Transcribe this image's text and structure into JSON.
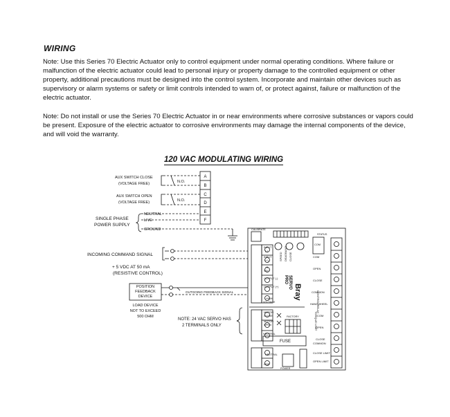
{
  "section_title": "WIRING",
  "notes": {
    "warning": "Note: Use this Series 70 Electric Actuator only to control equipment under normal operating conditions. Where failure or malfunction of the electric actuator could lead to personal injury or property damage to the controlled equipment or other property, additional precautions must be designed into the control system. Incorporate and maintain other devices such as supervisory or alarm systems or safety or limit controls intended to warn of, or protect against, failure or malfunction of the electric actuator.",
    "corrosion": "Note: Do not install or use the Series 70 Electric Actuator in or near environments where corrosive substances or vapors could be present. Exposure of the electric actuator to corrosive environments may damage the internal components of the device, and will void the warranty."
  },
  "diagram": {
    "title": "120 VAC MODULATING WIRING",
    "aux_close": [
      "AUX SWITCH CLOSE",
      "(VOLTAGE FREE)"
    ],
    "aux_open": [
      "AUX SWITCH OPEN",
      "(VOLTAGE FREE)"
    ],
    "no_label": "N.O.",
    "terminals": [
      "A",
      "B",
      "C",
      "D",
      "E",
      "F"
    ],
    "power_supply": [
      "SINGLE PHASE",
      "POWER SUPPLY"
    ],
    "power_lines": [
      "NEUTRAL",
      "LIVE",
      "GROUND"
    ],
    "incoming_command": "INCOMING COMMAND SIGNAL",
    "vdc": [
      "+ 5 VDC AT 50 mA",
      "(RESISTIVE CONTROL)"
    ],
    "feedback_device": [
      "POSITION",
      "FEEDBACK",
      "DEVICE"
    ],
    "outgoing_feedback": "OUTGOING FEEDBACK SIGNAL",
    "load_device": [
      "LOAD DEVICE",
      "NOT TO EXCEED",
      "500 OHM"
    ],
    "note_24vac": [
      "NOTE: 24 VAC SERVO HAS",
      "2 TERMINALS ONLY"
    ],
    "board": {
      "calibrate": "CALIBRATE",
      "status": "STATUS",
      "input_minus": [
        "INPUT",
        "(-)"
      ],
      "input_plus": [
        "INPUT",
        "(+)"
      ],
      "plus5_vdc": [
        "+5",
        "VDC"
      ],
      "output_minus": "OUTPUT (-)",
      "output_plus": "OUTPUT (+)",
      "high_voltage": [
        "HIGH",
        "VOLTAGE"
      ],
      "motor_close": [
        "MOTOR",
        "CLOSE"
      ],
      "motor_open": [
        "MOTOR",
        "OPEN"
      ],
      "neutral": "NEUTRAL",
      "factory": "FACTORY",
      "fuse": "FUSE",
      "line": "LINE",
      "power": "POWER",
      "brand": "Bray",
      "servo": "SERVO",
      "pro": "PRO",
      "control_relay": "CONTROL RELAY",
      "torque_limit": "TORQUE LIMIT",
      "dip_labels": [
        "SPEED",
        "DEADBAND",
        "CLOSE"
      ],
      "right_labels": [
        "COM",
        "OPEN",
        "CLOSE",
        "COMMON",
        "HANDWHEEL",
        "COM",
        "OPEN",
        "CLOSE",
        "COMMON",
        "CLOSE LIMIT",
        "OPEN LIMIT"
      ]
    }
  }
}
